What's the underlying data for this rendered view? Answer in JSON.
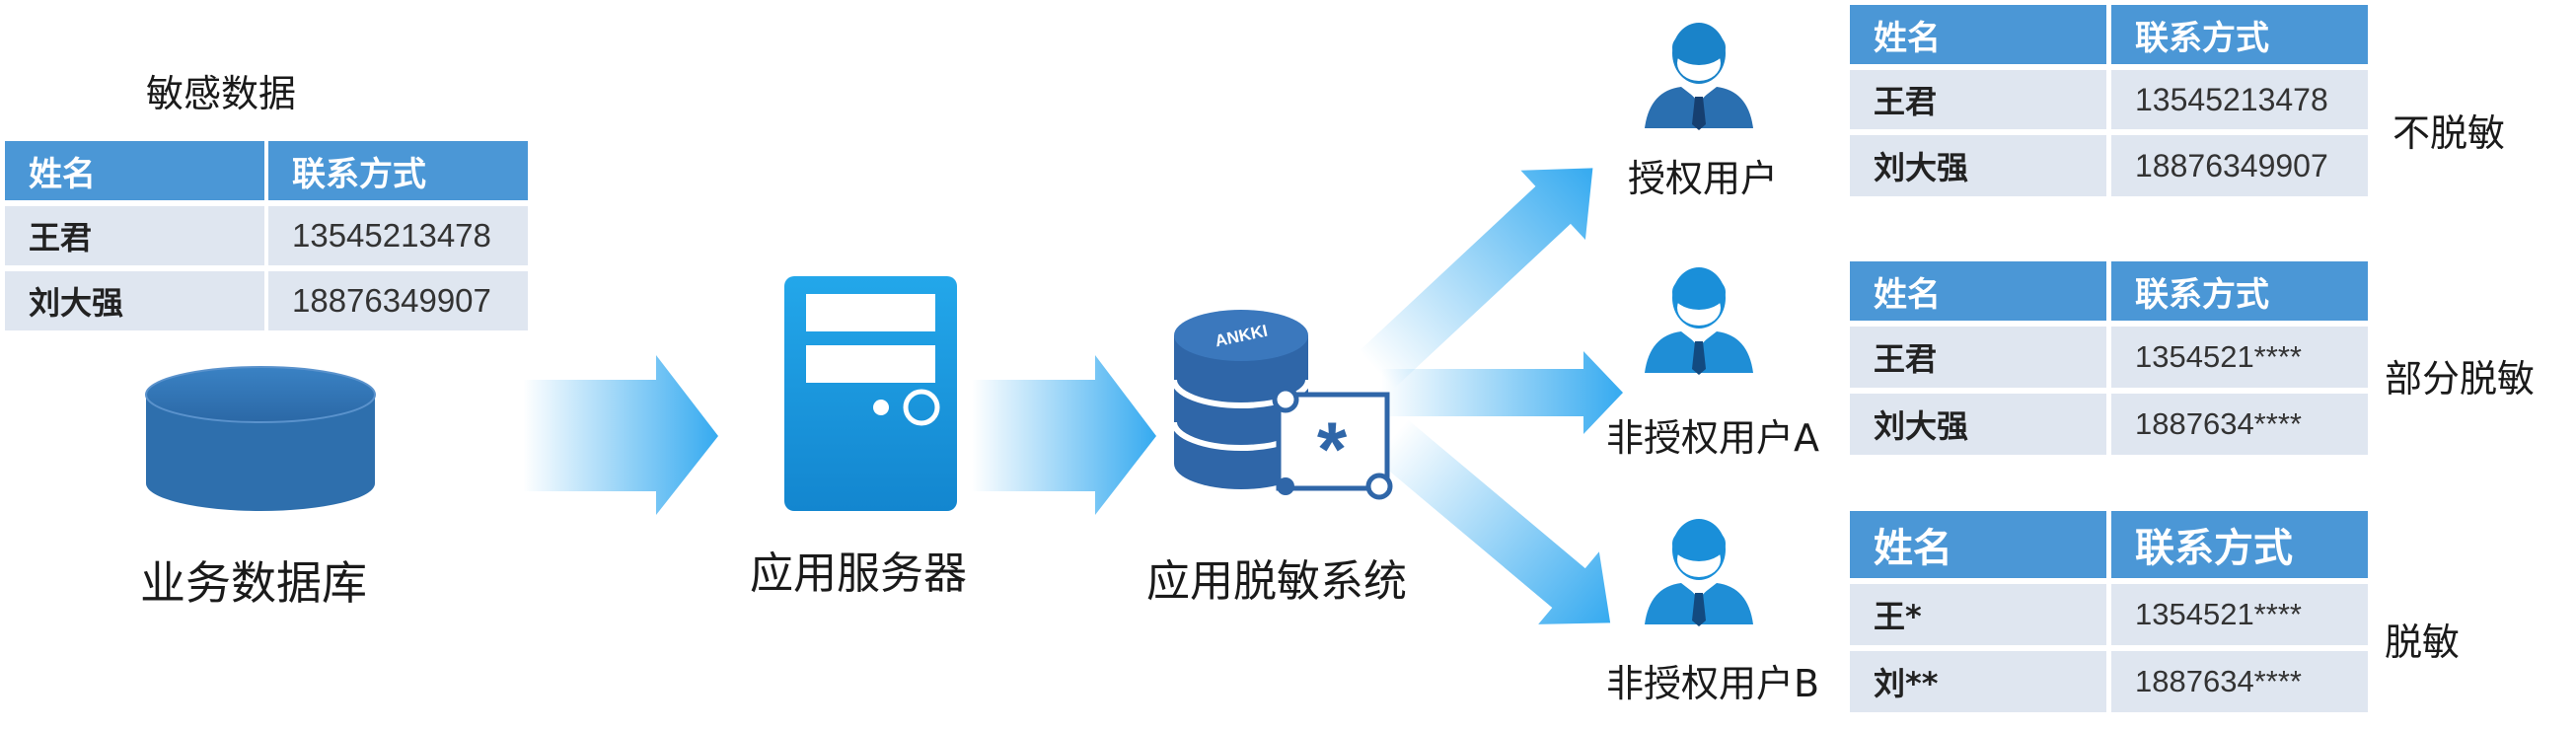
{
  "source": {
    "caption": "敏感数据",
    "table": {
      "headers": [
        "姓名",
        "联系方式"
      ],
      "rows": [
        [
          "王君",
          "13545213478"
        ],
        [
          "刘大强",
          "18876349907"
        ]
      ]
    },
    "db_label": "业务数据库"
  },
  "server_label": "应用服务器",
  "system": {
    "label": "应用脱敏系统",
    "badge": "ANKKI",
    "mask_symbol": "*"
  },
  "users": [
    {
      "label": "授权用户",
      "level_label": "不脱敏",
      "table": {
        "headers": [
          "姓名",
          "联系方式"
        ],
        "rows": [
          [
            "王君",
            "13545213478"
          ],
          [
            "刘大强",
            "18876349907"
          ]
        ]
      }
    },
    {
      "label": "非授权用户A",
      "level_label": "部分脱敏",
      "table": {
        "headers": [
          "姓名",
          "联系方式"
        ],
        "rows": [
          [
            "王君",
            "1354521****"
          ],
          [
            "刘大强",
            "1887634****"
          ]
        ]
      }
    },
    {
      "label": "非授权用户B",
      "level_label": "脱敏",
      "table": {
        "headers": [
          "姓名",
          "联系方式"
        ],
        "rows": [
          [
            "王*",
            "1354521****"
          ],
          [
            "刘**",
            "1887634****"
          ]
        ]
      }
    }
  ],
  "colors": {
    "table_header": "#4b97d6",
    "table_body": "#dfe6f0",
    "db_blue": "#2e6fad",
    "server_blue": "#1b9ae0",
    "system_dark": "#2f66a8",
    "arrow_blue": "#35aaf0",
    "user_head": "#1a83c9"
  },
  "icons": [
    "database-icon",
    "server-icon",
    "masking-database-icon",
    "user-icon"
  ]
}
